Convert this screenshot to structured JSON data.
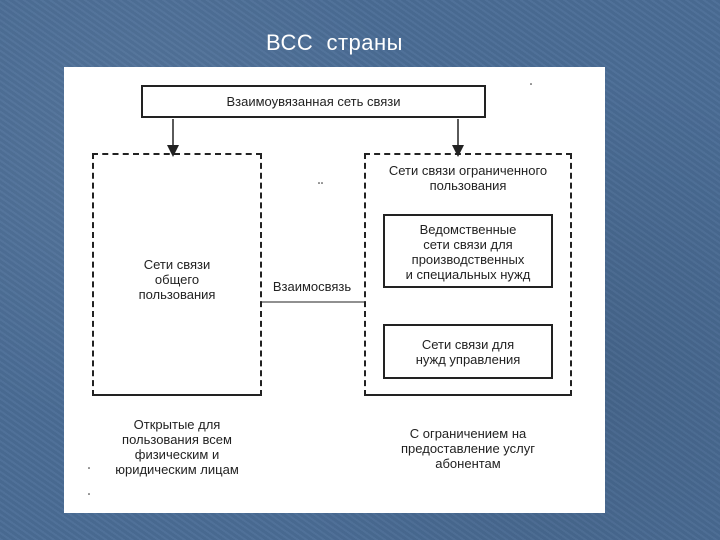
{
  "slide": {
    "title": "ВСС  страны"
  },
  "diagram": {
    "top_box": "Взаимоувязанная сеть связи",
    "public_network": "Сети связи\nобщего\nпользования",
    "restricted_network": "Сети связи ограниченного\nпользования",
    "departmental_networks": "Ведомственные\nсети связи для\nпроизводственных\nи специальных нужд",
    "management_networks": "Сети связи для\nнужд управления",
    "link_label": "Взаимосвязь",
    "public_note": "Открытые для\nпользования всем\nфизическим и\nюридическим лицам",
    "restricted_note": "С ограничением на\nпредоставление услуг\nабонентам"
  }
}
